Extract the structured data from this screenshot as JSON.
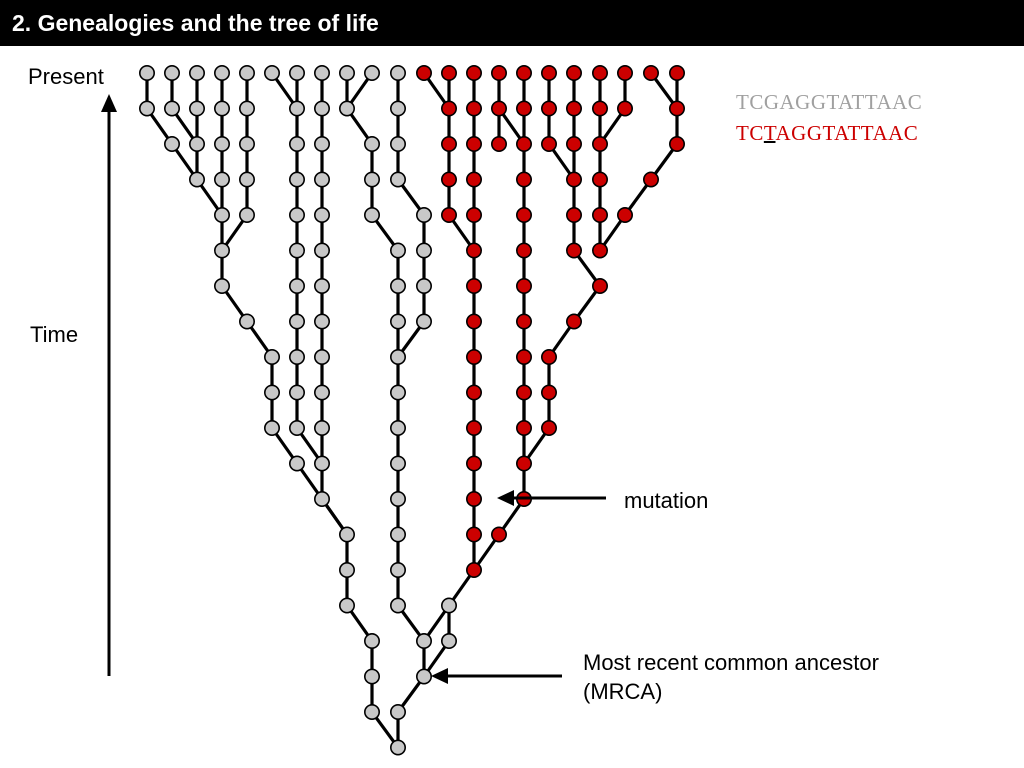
{
  "title": "2.  Genealogies and the tree of life",
  "labels": {
    "present": "Present",
    "time": "Time",
    "mutation": "mutation",
    "mrca_line1": "Most recent common ancestor",
    "mrca_line2": "(MRCA)"
  },
  "sequences": {
    "ancestral": "TCGAGGTATTAAC",
    "mutant_prefix": "TC",
    "mutant_changed": "T",
    "mutant_suffix": "AGGTATTAAC"
  },
  "colors": {
    "ancestral_node": "#c8c8c8",
    "mutant_node": "#cc0000",
    "ancestral_text": "#a0a0a0",
    "mutant_text": "#cc0000",
    "edge": "#000000"
  },
  "icons": {
    "time_arrow": "up-arrow",
    "mutation_pointer": "left-arrow",
    "mrca_pointer": "left-arrow"
  }
}
